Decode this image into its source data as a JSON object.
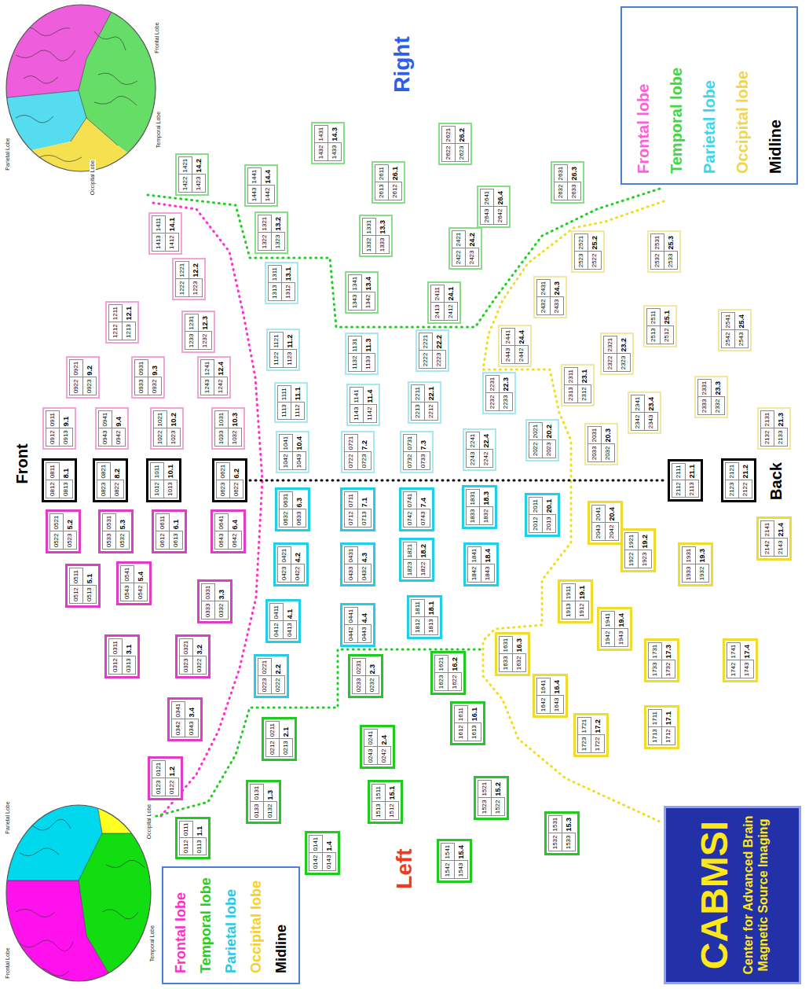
{
  "diagram": {
    "nodes": [
      {
        "text": [
          "1422",
          "1421",
          "1423",
          "14.2"
        ]
      },
      {
        "text": [
          "1432",
          "1431",
          "1433",
          "14.3"
        ]
      },
      {
        "text": [
          "2622",
          "2621",
          "2623",
          "26.2"
        ]
      },
      {
        "text": [
          "2632",
          "2631",
          "2633",
          "26.3"
        ]
      },
      {
        "text": [
          "1443",
          "1441",
          "1442",
          "14.4"
        ]
      },
      {
        "text": [
          "2613",
          "2611",
          "2612",
          "26.1"
        ]
      },
      {
        "text": [
          "2643",
          "2641",
          "2642",
          "26.4"
        ]
      },
      {
        "text": [
          "1413",
          "1411",
          "1412",
          "14.1"
        ]
      },
      {
        "text": [
          "1322",
          "1321",
          "1323",
          "13.2"
        ]
      },
      {
        "text": [
          "1332",
          "1331",
          "1333",
          "13.3"
        ]
      },
      {
        "text": [
          "2422",
          "2421",
          "2423",
          "24.2"
        ]
      },
      {
        "text": [
          "2523",
          "2521",
          "2522",
          "25.2"
        ]
      },
      {
        "text": [
          "2532",
          "2531",
          "2533",
          "25.3"
        ]
      },
      {
        "text": [
          "1222",
          "1221",
          "1223",
          "12.2"
        ]
      },
      {
        "text": [
          "1313",
          "1311",
          "1312",
          "13.1"
        ]
      },
      {
        "text": [
          "1343",
          "1341",
          "1342",
          "13.4"
        ]
      },
      {
        "text": [
          "2413",
          "2411",
          "2412",
          "24.1"
        ]
      },
      {
        "text": [
          "2432",
          "2431",
          "2433",
          "24.3"
        ]
      },
      {
        "text": [
          "1212",
          "1211",
          "1213",
          "12.1"
        ]
      },
      {
        "text": [
          "2513",
          "2511",
          "2512",
          "25.1"
        ]
      },
      {
        "text": [
          "2542",
          "2541",
          "2543",
          "25.4"
        ]
      },
      {
        "text": [
          "1233",
          "1231",
          "1232",
          "12.3"
        ]
      },
      {
        "text": [
          "1122",
          "1121",
          "1123",
          "11.2"
        ]
      },
      {
        "text": [
          "1132",
          "1131",
          "1133",
          "11.3"
        ]
      },
      {
        "text": [
          "2222",
          "2221",
          "2223",
          "22.2"
        ]
      },
      {
        "text": [
          "2443",
          "2441",
          "2442",
          "24.4"
        ]
      },
      {
        "text": [
          "2322",
          "2321",
          "2323",
          "23.2"
        ]
      },
      {
        "text": [
          "0922",
          "0921",
          "0923",
          "9.2"
        ]
      },
      {
        "text": [
          "0933",
          "0931",
          "0932",
          "9.3"
        ]
      },
      {
        "text": [
          "1243",
          "1241",
          "1242",
          "12.4"
        ]
      },
      {
        "text": [
          "2313",
          "2311",
          "2312",
          "23.1"
        ]
      },
      {
        "text": [
          "2232",
          "2231",
          "2233",
          "22.3"
        ]
      },
      {
        "text": [
          "2333",
          "2331",
          "2332",
          "23.3"
        ]
      },
      {
        "text": [
          "1113",
          "1111",
          "1112",
          "11.1"
        ]
      },
      {
        "text": [
          "1143",
          "1141",
          "1142",
          "11.4"
        ]
      },
      {
        "text": [
          "2213",
          "2211",
          "2212",
          "22.1"
        ]
      },
      {
        "text": [
          "2342",
          "2341",
          "2343",
          "23.4"
        ]
      },
      {
        "text": [
          "0912",
          "0911",
          "0913",
          "9.1"
        ]
      },
      {
        "text": [
          "0943",
          "0941",
          "0942",
          "9.4"
        ]
      },
      {
        "text": [
          "1022",
          "1021",
          "1023",
          "10.2"
        ]
      },
      {
        "text": [
          "1033",
          "1031",
          "1032",
          "10.3"
        ]
      },
      {
        "text": [
          "2132",
          "2131",
          "2133",
          "21.3"
        ]
      },
      {
        "text": [
          "2022",
          "2021",
          "2023",
          "20.2"
        ]
      },
      {
        "text": [
          "2033",
          "2031",
          "2032",
          "20.3"
        ]
      },
      {
        "text": [
          "2243",
          "2241",
          "2242",
          "22.4"
        ]
      },
      {
        "text": [
          "1042",
          "1041",
          "1043",
          "10.4"
        ]
      },
      {
        "text": [
          "0722",
          "0721",
          "0723",
          "7.2"
        ]
      },
      {
        "text": [
          "0732",
          "0731",
          "0733",
          "7.3"
        ]
      },
      {
        "text": [
          "0812",
          "0811",
          "0813",
          "8.1"
        ]
      },
      {
        "text": [
          "0823",
          "0821",
          "0822",
          "8.2"
        ]
      },
      {
        "text": [
          "1012",
          "1011",
          "1013",
          "10.1"
        ]
      },
      {
        "text": [
          "0623",
          "0621",
          "0622",
          "6.2"
        ]
      },
      {
        "text": [
          "2112",
          "2111",
          "2113",
          "21.1"
        ]
      },
      {
        "text": [
          "2123",
          "2121",
          "2122",
          "21.2"
        ]
      },
      {
        "text": [
          "0632",
          "0631",
          "0633",
          "6.3"
        ]
      },
      {
        "text": [
          "0712",
          "0711",
          "0713",
          "7.1"
        ]
      },
      {
        "text": [
          "0742",
          "0741",
          "0743",
          "7.4"
        ]
      },
      {
        "text": [
          "1833",
          "1831",
          "1832",
          "18.3"
        ]
      },
      {
        "text": [
          "2012",
          "2011",
          "2013",
          "20.1"
        ]
      },
      {
        "text": [
          "2043",
          "2041",
          "2042",
          "20.4"
        ]
      },
      {
        "text": [
          "0522",
          "0521",
          "0523",
          "5.2"
        ]
      },
      {
        "text": [
          "0533",
          "0531",
          "0532",
          "5.3"
        ]
      },
      {
        "text": [
          "0612",
          "0611",
          "0613",
          "6.1"
        ]
      },
      {
        "text": [
          "0643",
          "0641",
          "0642",
          "6.4"
        ]
      },
      {
        "text": [
          "2142",
          "2141",
          "2143",
          "21.4"
        ]
      },
      {
        "text": [
          "0423",
          "0421",
          "0422",
          "4.2"
        ]
      },
      {
        "text": [
          "0433",
          "0431",
          "0432",
          "4.3"
        ]
      },
      {
        "text": [
          "1823",
          "1821",
          "1822",
          "18.2"
        ]
      },
      {
        "text": [
          "1842",
          "1841",
          "1843",
          "18.4"
        ]
      },
      {
        "text": [
          "1922",
          "1921",
          "1923",
          "19.2"
        ]
      },
      {
        "text": [
          "1933",
          "1931",
          "1932",
          "19.3"
        ]
      },
      {
        "text": [
          "0512",
          "0511",
          "0513",
          "5.1"
        ]
      },
      {
        "text": [
          "0543",
          "0541",
          "0542",
          "5.4"
        ]
      },
      {
        "text": [
          "0333",
          "0331",
          "0332",
          "3.3"
        ]
      },
      {
        "text": [
          "1913",
          "1911",
          "1912",
          "19.1"
        ]
      },
      {
        "text": [
          "0412",
          "0411",
          "0413",
          "4.1"
        ]
      },
      {
        "text": [
          "0442",
          "0441",
          "0443",
          "4.4"
        ]
      },
      {
        "text": [
          "1812",
          "1811",
          "1813",
          "18.1"
        ]
      },
      {
        "text": [
          "1942",
          "1941",
          "1943",
          "19.4"
        ]
      },
      {
        "text": [
          "1633",
          "1631",
          "1632",
          "16.3"
        ]
      },
      {
        "text": [
          "0312",
          "0311",
          "0313",
          "3.1"
        ]
      },
      {
        "text": [
          "0323",
          "0321",
          "0322",
          "3.2"
        ]
      },
      {
        "text": [
          "1733",
          "1731",
          "1732",
          "17.3"
        ]
      },
      {
        "text": [
          "1742",
          "1741",
          "1743",
          "17.4"
        ]
      },
      {
        "text": [
          "0223",
          "0221",
          "0222",
          "2.2"
        ]
      },
      {
        "text": [
          "0233",
          "0231",
          "0232",
          "2.3"
        ]
      },
      {
        "text": [
          "1623",
          "1621",
          "1622",
          "16.2"
        ]
      },
      {
        "text": [
          "1642",
          "1641",
          "1643",
          "16.4"
        ]
      },
      {
        "text": [
          "0342",
          "0341",
          "0343",
          "3.4"
        ]
      },
      {
        "text": [
          "1612",
          "1611",
          "1613",
          "16.1"
        ]
      },
      {
        "text": [
          "1723",
          "1721",
          "1722",
          "17.2"
        ]
      },
      {
        "text": [
          "1713",
          "1711",
          "1712",
          "17.1"
        ]
      },
      {
        "text": [
          "0212",
          "0211",
          "0213",
          "2.1"
        ]
      },
      {
        "text": [
          "0243",
          "0241",
          "0242",
          "2.4"
        ]
      },
      {
        "text": [
          "0123",
          "0121",
          "0122",
          "1.2"
        ]
      },
      {
        "text": [
          "1523",
          "1521",
          "1522",
          "15.2"
        ]
      },
      {
        "text": [
          "0133",
          "0131",
          "0132",
          "1.3"
        ]
      },
      {
        "text": [
          "1513",
          "1511",
          "1512",
          "15.1"
        ]
      },
      {
        "text": [
          "1532",
          "1531",
          "1533",
          "15.3"
        ]
      },
      {
        "text": [
          "0112",
          "0111",
          "0113",
          "1.1"
        ]
      },
      {
        "text": [
          "0142",
          "0141",
          "0143",
          "1.4"
        ]
      },
      {
        "text": [
          "1542",
          "1541",
          "1543",
          "15.4"
        ]
      },
      {
        "text": [
          "CABMSI",
          "Center for Advanced Brain Magnetic Source Imaging"
        ]
      }
    ],
    "labels": [
      "Front",
      "Back",
      "Right",
      "Left",
      "Frontal Lobe",
      "Temporal Lobe",
      "Parietal Lobe",
      "Occipital Lobe",
      "Parietal Lobe",
      "Occipital Lobe",
      "Temporal Lobe",
      "Frontal Lobe"
    ],
    "legend": [
      {
        "text": "Frontal lobe",
        "color": "#ff5fd8"
      },
      {
        "text": "Temporal lobe",
        "color": "#3fd83f"
      },
      {
        "text": "Parietal lobe",
        "color": "#3fd6ec"
      },
      {
        "text": "Occipital lobe",
        "color": "#f2d64a"
      },
      {
        "text": "Midline",
        "color": "#000000"
      },
      {
        "text": "Frontal lobe",
        "color": "#ff2ccb"
      },
      {
        "text": "Temporal lobe",
        "color": "#22d022"
      },
      {
        "text": "Parietal lobe",
        "color": "#1fcbe8"
      },
      {
        "text": "Occipital lobe",
        "color": "#f5cf2a"
      },
      {
        "text": "Midline",
        "color": "#000000"
      }
    ]
  }
}
